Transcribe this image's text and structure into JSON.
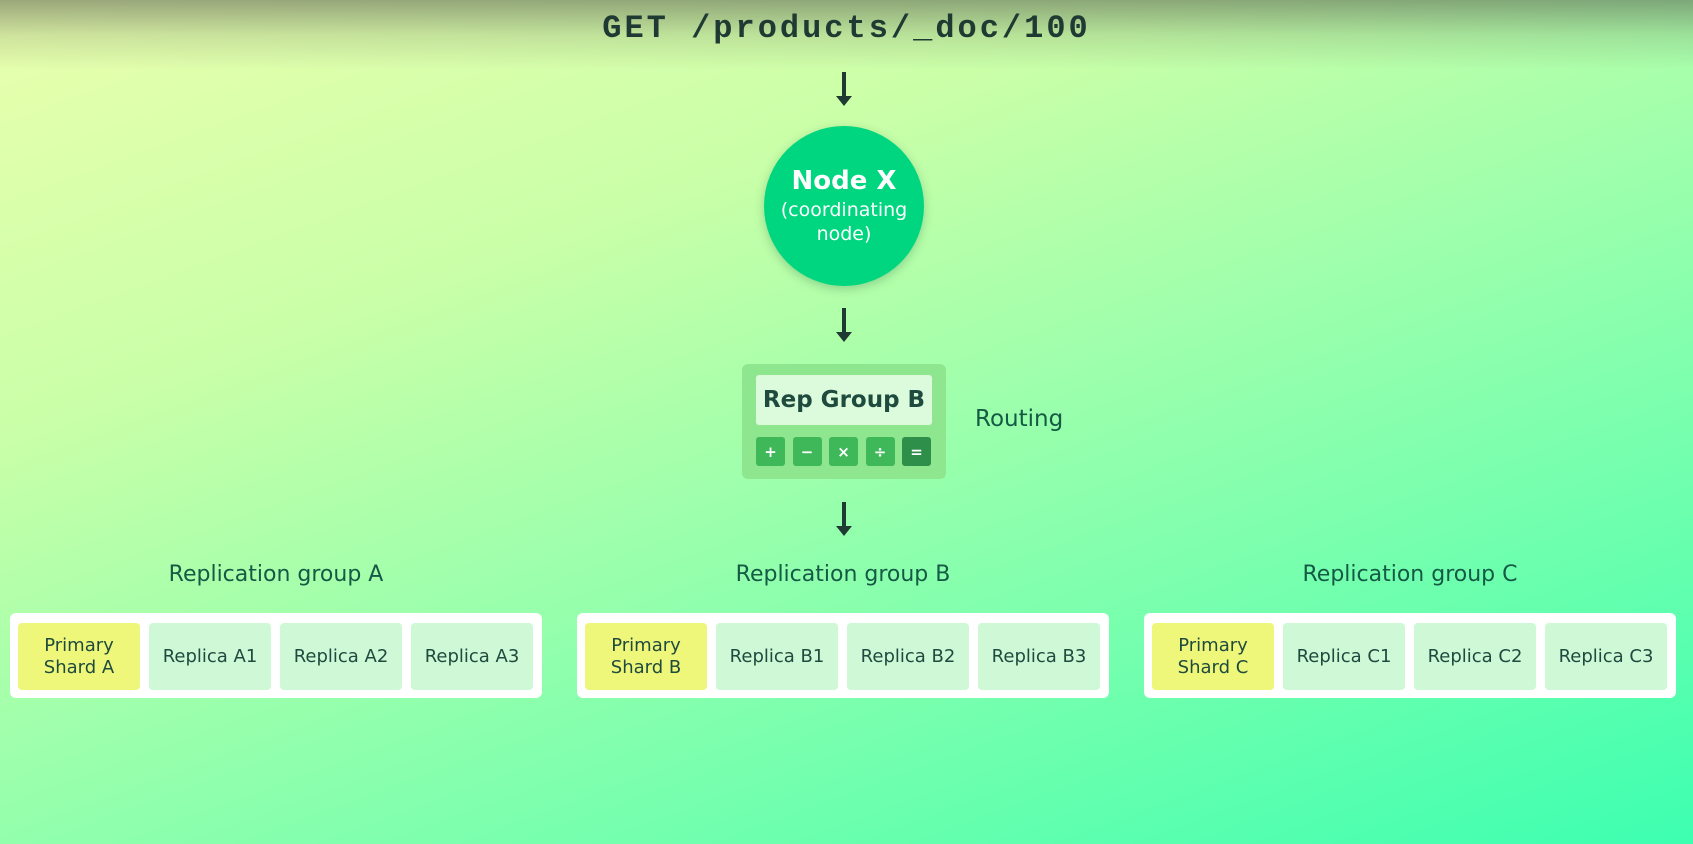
{
  "request": "GET /products/_doc/100",
  "node": {
    "title": "Node X",
    "subtitle": "(coordinating node)"
  },
  "calculator": {
    "screen": "Rep Group B",
    "keys": [
      "+",
      "−",
      "×",
      "÷",
      "="
    ]
  },
  "routing_label": "Routing",
  "groups": [
    {
      "title": "Replication group A",
      "primary": "Primary Shard A",
      "replicas": [
        "Replica A1",
        "Replica A2",
        "Replica A3"
      ]
    },
    {
      "title": "Replication group B",
      "primary": "Primary Shard B",
      "replicas": [
        "Replica B1",
        "Replica B2",
        "Replica B3"
      ]
    },
    {
      "title": "Replication group C",
      "primary": "Primary Shard C",
      "replicas": [
        "Replica C1",
        "Replica C2",
        "Replica C3"
      ]
    }
  ],
  "colors": {
    "node": "#00d67f",
    "primary_shard": "#eef77a",
    "replica": "#cff8d7",
    "calculator": "#8ee68f",
    "text": "#145a44"
  }
}
